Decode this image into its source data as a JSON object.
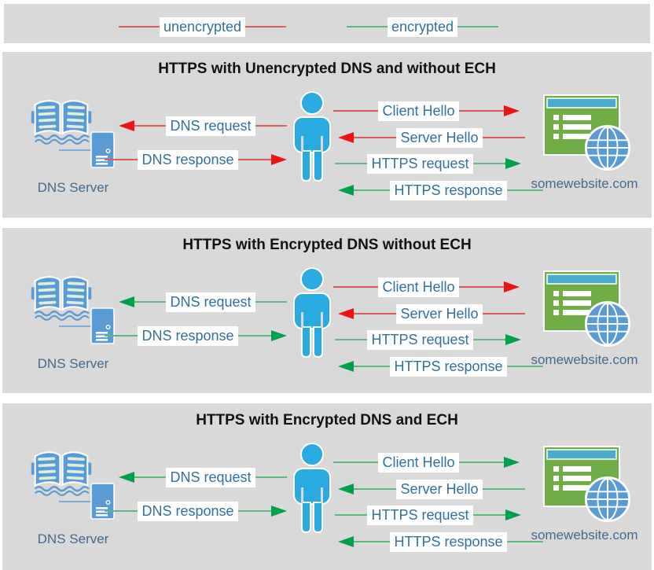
{
  "legend": {
    "items": [
      {
        "label": "unencrypted",
        "encrypted": false
      },
      {
        "label": "encrypted",
        "encrypted": true
      }
    ]
  },
  "panels": [
    {
      "title": "HTTPS with Unencrypted DNS and without ECH",
      "dns_server_label": "DNS Server",
      "website_label": "somewebsite.com",
      "dns_arrows": [
        {
          "label": "DNS request",
          "direction": "left",
          "encrypted": false
        },
        {
          "label": "DNS response",
          "direction": "right",
          "encrypted": false
        }
      ],
      "https_arrows": [
        {
          "label": "Client Hello",
          "direction": "right",
          "encrypted": false
        },
        {
          "label": "Server Hello",
          "direction": "left",
          "encrypted": false
        },
        {
          "label": "HTTPS request",
          "direction": "right",
          "encrypted": true
        },
        {
          "label": "HTTPS response",
          "direction": "left",
          "encrypted": true
        }
      ]
    },
    {
      "title": "HTTPS with Encrypted DNS without ECH",
      "dns_server_label": "DNS Server",
      "website_label": "somewebsite.com",
      "dns_arrows": [
        {
          "label": "DNS request",
          "direction": "left",
          "encrypted": true
        },
        {
          "label": "DNS response",
          "direction": "right",
          "encrypted": true
        }
      ],
      "https_arrows": [
        {
          "label": "Client Hello",
          "direction": "right",
          "encrypted": false
        },
        {
          "label": "Server Hello",
          "direction": "left",
          "encrypted": false
        },
        {
          "label": "HTTPS request",
          "direction": "right",
          "encrypted": true
        },
        {
          "label": "HTTPS response",
          "direction": "left",
          "encrypted": true
        }
      ]
    },
    {
      "title": "HTTPS with Encrypted DNS and ECH",
      "dns_server_label": "DNS Server",
      "website_label": "somewebsite.com",
      "dns_arrows": [
        {
          "label": "DNS request",
          "direction": "left",
          "encrypted": true
        },
        {
          "label": "DNS response",
          "direction": "right",
          "encrypted": true
        }
      ],
      "https_arrows": [
        {
          "label": "Client Hello",
          "direction": "right",
          "encrypted": true
        },
        {
          "label": "Server Hello",
          "direction": "left",
          "encrypted": true
        },
        {
          "label": "HTTPS request",
          "direction": "right",
          "encrypted": true
        },
        {
          "label": "HTTPS response",
          "direction": "left",
          "encrypted": true
        }
      ]
    }
  ],
  "icons": {
    "dns_book": "open-book-icon",
    "dns_server": "server-tower-icon",
    "user": "person-icon",
    "website_window": "browser-window-icon",
    "globe": "globe-icon"
  },
  "colors": {
    "unencrypted_line": "#e05c5c",
    "unencrypted_head": "#ee1414",
    "encrypted_line": "#5cb97f",
    "encrypted_head": "#00a14a",
    "panel_bg": "#d9d9d9",
    "label_text": "#31719c",
    "caption_text": "#44698d",
    "title_text": "#121212",
    "person_blue": "#29abe2",
    "icon_blue": "#5b9bd5",
    "window_green": "#70ad47",
    "titlebar_blue": "#4aaccb",
    "connector_blue": "#7fa8d9"
  }
}
